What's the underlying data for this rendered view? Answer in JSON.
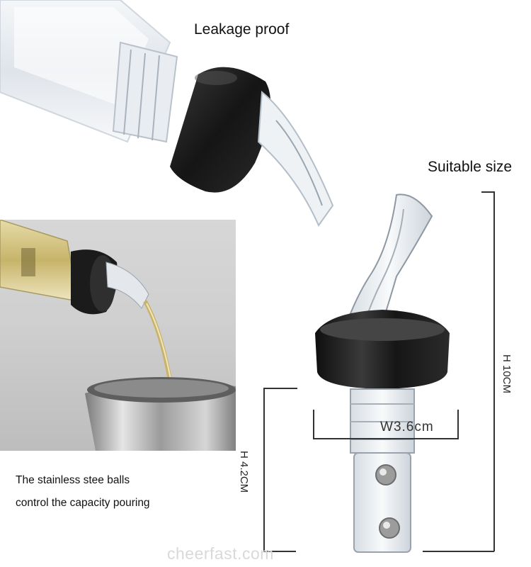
{
  "labels": {
    "leakage": "Leakage proof",
    "suitable": "Suitable size",
    "height_total": "H 10CM",
    "height_spout": "H 4.2CM",
    "width_prefix": "W",
    "width_value": "3.6cm",
    "caption_line1": "The stainless stee balls",
    "caption_line2": "control the capacity pouring",
    "watermark": "cheerfast.com"
  },
  "colors": {
    "cap": "#1b1b1b",
    "clear_plastic": "#e8edf2",
    "liquid": "#c9b36a",
    "steel": "#9a9a9a"
  },
  "images": {
    "top": "bottle-neck-with-pourer-photo",
    "left": "pouring-into-jigger-photo",
    "right": "pourer-product-dimension-photo"
  }
}
